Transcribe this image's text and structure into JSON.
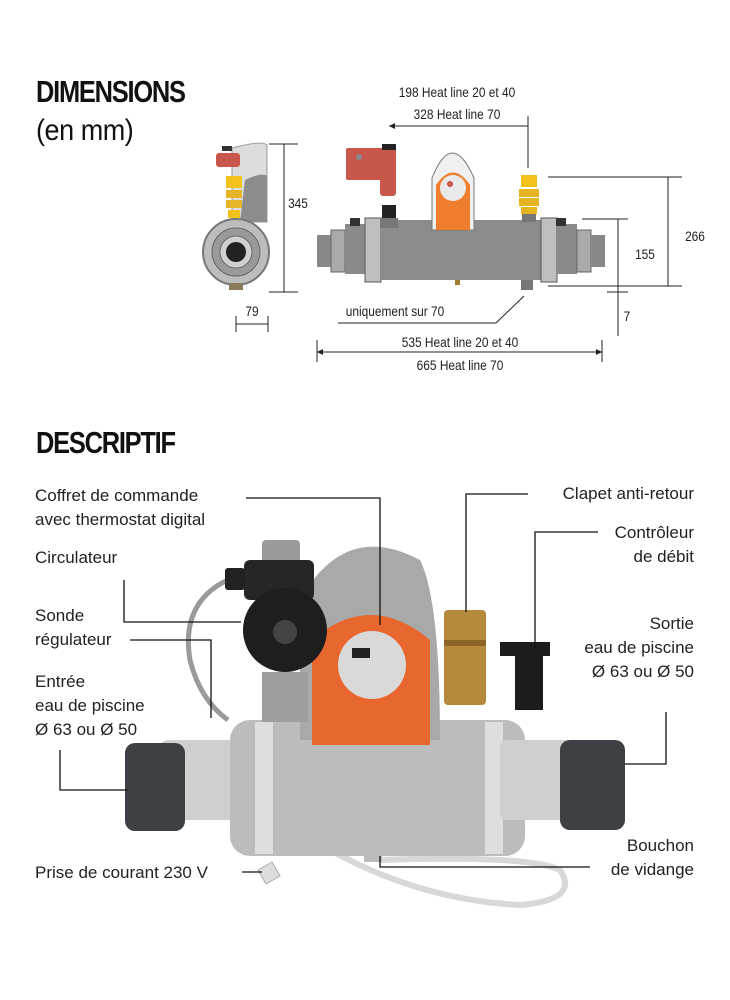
{
  "dimensions": {
    "title": "DIMENSIONS",
    "subtitle": "(en mm)",
    "side_view": {
      "height": "345",
      "width": "79"
    },
    "front_view": {
      "top_spacing_line1": "198 Heat line 20 et 40",
      "top_spacing_line2": "328 Heat line 70",
      "height_total": "266",
      "height_axis": "155",
      "foot": "7",
      "note": "uniquement sur 70",
      "length_line1": "535 Heat line 20 et 40",
      "length_line2": "665 Heat line 70"
    }
  },
  "descriptif": {
    "title": "DESCRIPTIF",
    "labels": {
      "coffret_1": "Coffret de commande",
      "coffret_2": "avec thermostat digital",
      "circulateur": "Circulateur",
      "sonde_1": "Sonde",
      "sonde_2": "régulateur",
      "entree_1": "Entrée",
      "entree_2": "eau de piscine",
      "entree_3": "Ø 63 ou Ø 50",
      "prise": "Prise de courant 230 V",
      "clapet": "Clapet anti-retour",
      "controleur_1": "Contrôleur",
      "controleur_2": "de débit",
      "sortie_1": "Sortie",
      "sortie_2": "eau de piscine",
      "sortie_3": "Ø 63 ou Ø 50",
      "bouchon_1": "Bouchon",
      "bouchon_2": "de vidange"
    }
  },
  "colors": {
    "pump_red": "#c8564a",
    "fitting_yellow": "#f2c21a",
    "body_gray": "#8d8d8d",
    "orange_panel": "#e8692f",
    "brass": "#b58a3c"
  }
}
